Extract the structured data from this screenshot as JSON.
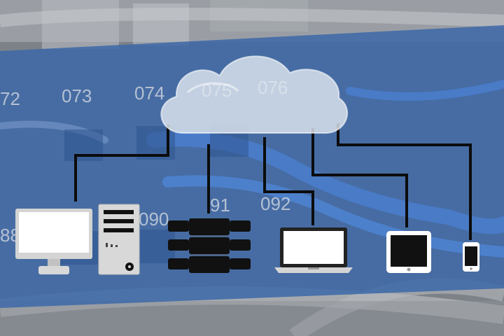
{
  "colors": {
    "band": "#3d69a8",
    "background_gray": "#8a8f96",
    "cable_blue": "#4a7fd0",
    "line": "#0c0c0c",
    "device_white": "#ffffff",
    "device_silver": "#d8d8d8",
    "screen_black": "#111111",
    "cloud": "#dfe6ef"
  },
  "background": {
    "port_labels": [
      "72",
      "073",
      "074",
      "075",
      "076",
      "090",
      "91",
      "092",
      "88"
    ]
  },
  "diagram": {
    "hub": {
      "icon": "cloud-icon"
    },
    "devices": [
      {
        "id": "desktop-monitor",
        "icon": "desktop-monitor-icon"
      },
      {
        "id": "tower-pc",
        "icon": "tower-pc-icon"
      },
      {
        "id": "server-rack",
        "icon": "server-rack-icon"
      },
      {
        "id": "laptop",
        "icon": "laptop-icon"
      },
      {
        "id": "tablet",
        "icon": "tablet-icon"
      },
      {
        "id": "smartphone",
        "icon": "smartphone-icon"
      }
    ]
  }
}
